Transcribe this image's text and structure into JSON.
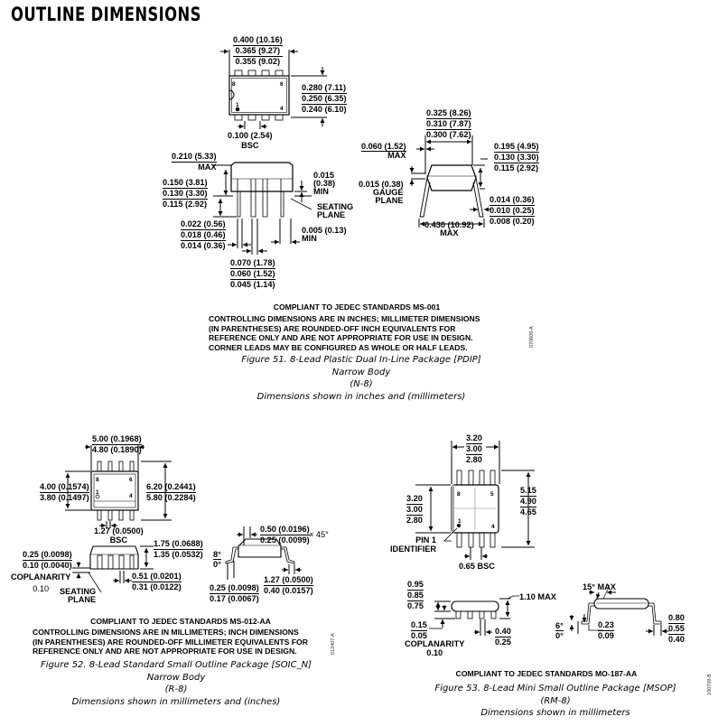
{
  "page_title": "OUTLINE DIMENSIONS",
  "figures": [
    {
      "id": "pdip",
      "top_view": {
        "pin_labels": [
          "8",
          "6",
          "1",
          "4"
        ],
        "width_dims": [
          "0.400 (10.16)",
          "0.365 (9.27)",
          "0.355 (9.02)"
        ],
        "height_dims": [
          "0.280 (7.11)",
          "0.250 (6.35)",
          "0.240 (6.10)"
        ],
        "pitch_dim": "0.100 (2.54)",
        "pitch_note": "BSC"
      },
      "side_view": {
        "max_height": "0.210 (5.33)",
        "max_height_note": "MAX",
        "lead_length_dims": [
          "0.150 (3.81)",
          "0.130 (3.30)",
          "0.115 (2.92)"
        ],
        "standoff_dims": [
          "0.015",
          "(0.38)",
          "MIN"
        ],
        "seating_plane": [
          "SEATING",
          "PLANE"
        ],
        "lead_width_dims": [
          "0.022 (0.56)",
          "0.018 (0.46)",
          "0.014 (0.36)"
        ],
        "lead_gap_dims": [
          "0.005 (0.13)",
          "MIN"
        ],
        "shoulder_dims": [
          "0.070 (1.78)",
          "0.060 (1.52)",
          "0.045 (1.14)"
        ]
      },
      "end_view": {
        "row_spacing_dims": [
          "0.325 (8.26)",
          "0.310 (7.87)",
          "0.300 (7.62)"
        ],
        "max_offset": [
          "0.060 (1.52)",
          "MAX"
        ],
        "body_height_dims": [
          "0.195 (4.95)",
          "0.130 (3.30)",
          "0.115 (2.92)"
        ],
        "gauge": [
          "0.015 (0.38)",
          "GAUGE",
          "PLANE"
        ],
        "lead_thickness_dims": [
          "0.014 (0.36)",
          "0.010 (0.25)",
          "0.008 (0.20)"
        ],
        "max_width": [
          "0.430 (10.92)",
          "MAX"
        ]
      },
      "notes": [
        "COMPLIANT TO JEDEC STANDARDS MS-001",
        "CONTROLLING DIMENSIONS ARE IN INCHES; MILLIMETER DIMENSIONS",
        "(IN PARENTHESES) ARE ROUNDED-OFF INCH EQUIVALENTS FOR",
        "REFERENCE ONLY AND ARE NOT APPROPRIATE FOR USE IN DESIGN.",
        "CORNER LEADS MAY BE CONFIGURED AS WHOLE OR HALF LEADS."
      ],
      "drawing_code": "070606-A",
      "caption": [
        "Figure 51. 8-Lead Plastic Dual In-Line Package [PDIP]",
        "Narrow Body",
        "(N-8)",
        "Dimensions shown in inches and (millimeters)"
      ]
    },
    {
      "id": "soic",
      "top_view": {
        "pin_labels": [
          "8",
          "6",
          "1",
          "4"
        ],
        "width_dims": [
          "5.00 (0.1968)",
          "4.80 (0.1890)"
        ],
        "body_width_dims": [
          "4.00 (0.1574)",
          "3.80 (0.1497)"
        ],
        "total_width_dims": [
          "6.20 (0.2441)",
          "5.80 (0.2284)"
        ],
        "pitch_dim": "1.27 (0.0500)",
        "pitch_note": "BSC"
      },
      "side_view": {
        "height_dims": [
          "1.75 (0.0688)",
          "1.35 (0.0532)"
        ],
        "standoff_dims": [
          "0.25 (0.0098)",
          "0.10 (0.0040)"
        ],
        "coplanarity": [
          "COPLANARITY",
          "0.10"
        ],
        "seating_plane": [
          "SEATING",
          "PLANE"
        ],
        "lead_width_dims": [
          "0.51 (0.0201)",
          "0.31 (0.0122)"
        ]
      },
      "end_view": {
        "chamfer_dims": [
          "0.50 (0.0196)",
          "0.25 (0.0099)"
        ],
        "chamfer_angle": "× 45°",
        "angle_dims": [
          "8°",
          "0°"
        ],
        "thickness_dims": [
          "0.25 (0.0098)",
          "0.17 (0.0067)"
        ],
        "foot_dims": [
          "1.27 (0.0500)",
          "0.40 (0.0157)"
        ]
      },
      "notes": [
        "COMPLIANT TO JEDEC STANDARDS MS-012-AA",
        "CONTROLLING DIMENSIONS ARE IN MILLIMETERS; INCH DIMENSIONS",
        "(IN PARENTHESES) ARE ROUNDED-OFF MILLIMETER EQUIVALENTS FOR",
        "REFERENCE ONLY AND ARE NOT APPROPRIATE FOR USE IN DESIGN."
      ],
      "drawing_code": "012407-A",
      "caption": [
        "Figure 52. 8-Lead Standard Small Outline Package [SOIC_N]",
        "Narrow Body",
        "(R-8)",
        "Dimensions shown in millimeters and (inches)"
      ]
    },
    {
      "id": "msop",
      "top_view": {
        "pin_labels": [
          "8",
          "5",
          "1",
          "4"
        ],
        "width_dims": [
          "3.20",
          "3.00",
          "2.80"
        ],
        "body_dims": [
          "3.20",
          "3.00",
          "2.80"
        ],
        "total_dims": [
          "5.15",
          "4.90",
          "4.65"
        ],
        "pin1_label": [
          "PIN 1",
          "IDENTIFIER"
        ],
        "pitch_dim": "0.65 BSC"
      },
      "side_view": {
        "body_dims": [
          "0.95",
          "0.85",
          "0.75"
        ],
        "max_height": "1.10 MAX",
        "standoff_dims": [
          "0.15",
          "0.05"
        ],
        "coplanarity": [
          "COPLANARITY",
          "0.10"
        ],
        "lead_width_dims": [
          "0.40",
          "0.25"
        ]
      },
      "end_view": {
        "angle_max": "15° MAX",
        "angle_dims": [
          "6°",
          "0°"
        ],
        "thickness_dims": [
          "0.23",
          "0.09"
        ],
        "foot_dims": [
          "0.80",
          "0.55",
          "0.40"
        ]
      },
      "notes": [
        "COMPLIANT TO JEDEC STANDARDS MO-187-AA"
      ],
      "drawing_code": "100709-B",
      "caption": [
        "Figure 53. 8-Lead Mini Small Outline Package [MSOP]",
        "(RM-8)",
        "Dimensions shown in millimeters"
      ]
    }
  ]
}
